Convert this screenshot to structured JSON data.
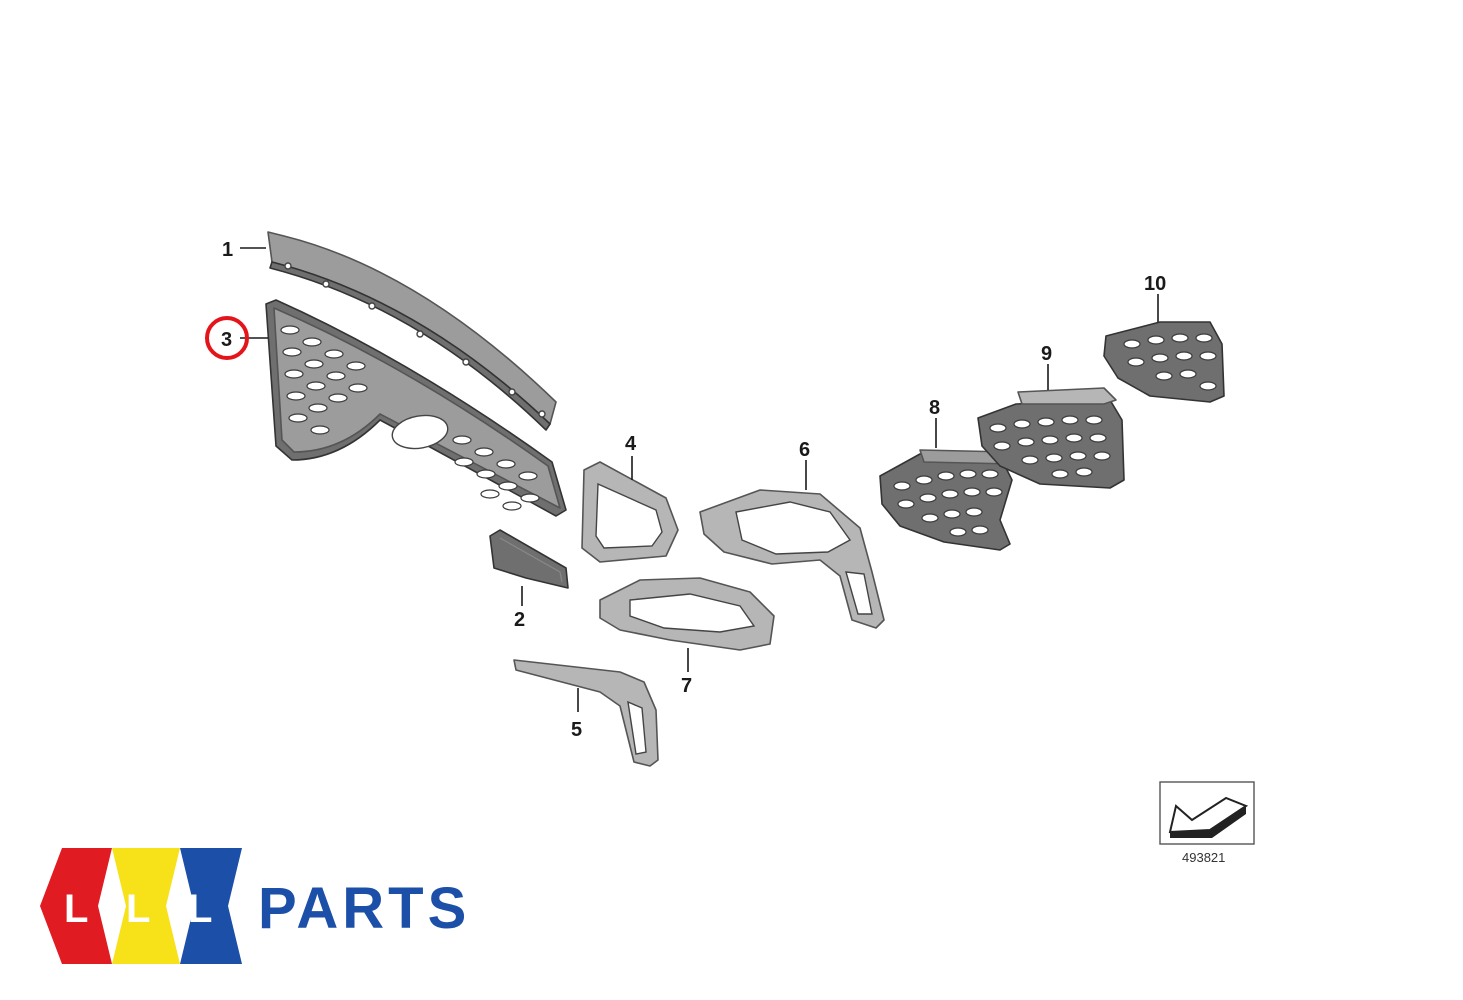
{
  "diagram": {
    "part_numbers": [
      "1",
      "2",
      "3",
      "4",
      "5",
      "6",
      "7",
      "8",
      "9",
      "10"
    ],
    "highlighted_part": "3",
    "highlight_color": "#e5141b",
    "diagram_id": "493821"
  },
  "logo": {
    "letters": [
      "L",
      "L",
      "L"
    ],
    "word": "PARTS",
    "colors": {
      "red": "#e11b22",
      "yellow": "#f7e21a",
      "blue": "#1b4fa8",
      "text": "#1b4fa8"
    }
  }
}
